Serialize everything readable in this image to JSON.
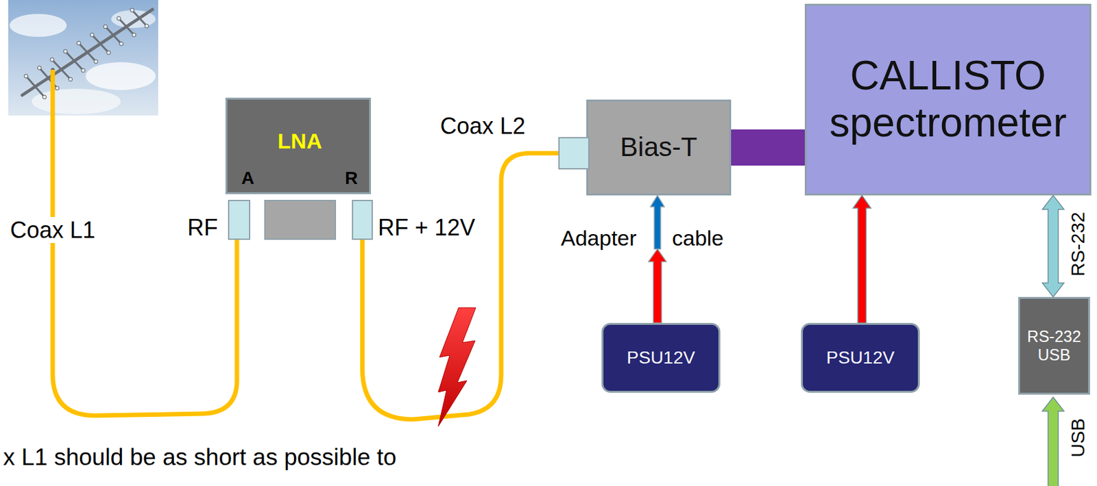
{
  "diagram": {
    "nodes": [
      {
        "text": [
          "LNA",
          "A",
          "R"
        ]
      },
      {
        "text": [
          "Bias-T"
        ]
      },
      {
        "text": [
          "CALLISTO spectrometer"
        ]
      },
      {
        "text": [
          "PSU12V"
        ]
      },
      {
        "text": [
          "PSU12V"
        ]
      },
      {
        "text": [
          "RS-232 USB"
        ]
      }
    ],
    "edges": [
      {
        "from": 0,
        "to": 1,
        "arrow": "none"
      },
      {
        "from": 1,
        "to": 2,
        "arrow": "none"
      },
      {
        "from": 3,
        "to": 1,
        "arrow": "to"
      },
      {
        "from": 4,
        "to": 2,
        "arrow": "to"
      },
      {
        "from": 2,
        "to": 5,
        "arrow": "both"
      }
    ],
    "labels": [
      "Coax L1",
      "RF",
      "RF + 12V",
      "Coax L2",
      "Adapter",
      "cable",
      "RS-232",
      "USB",
      "x L1 should be as short as possible to"
    ]
  }
}
